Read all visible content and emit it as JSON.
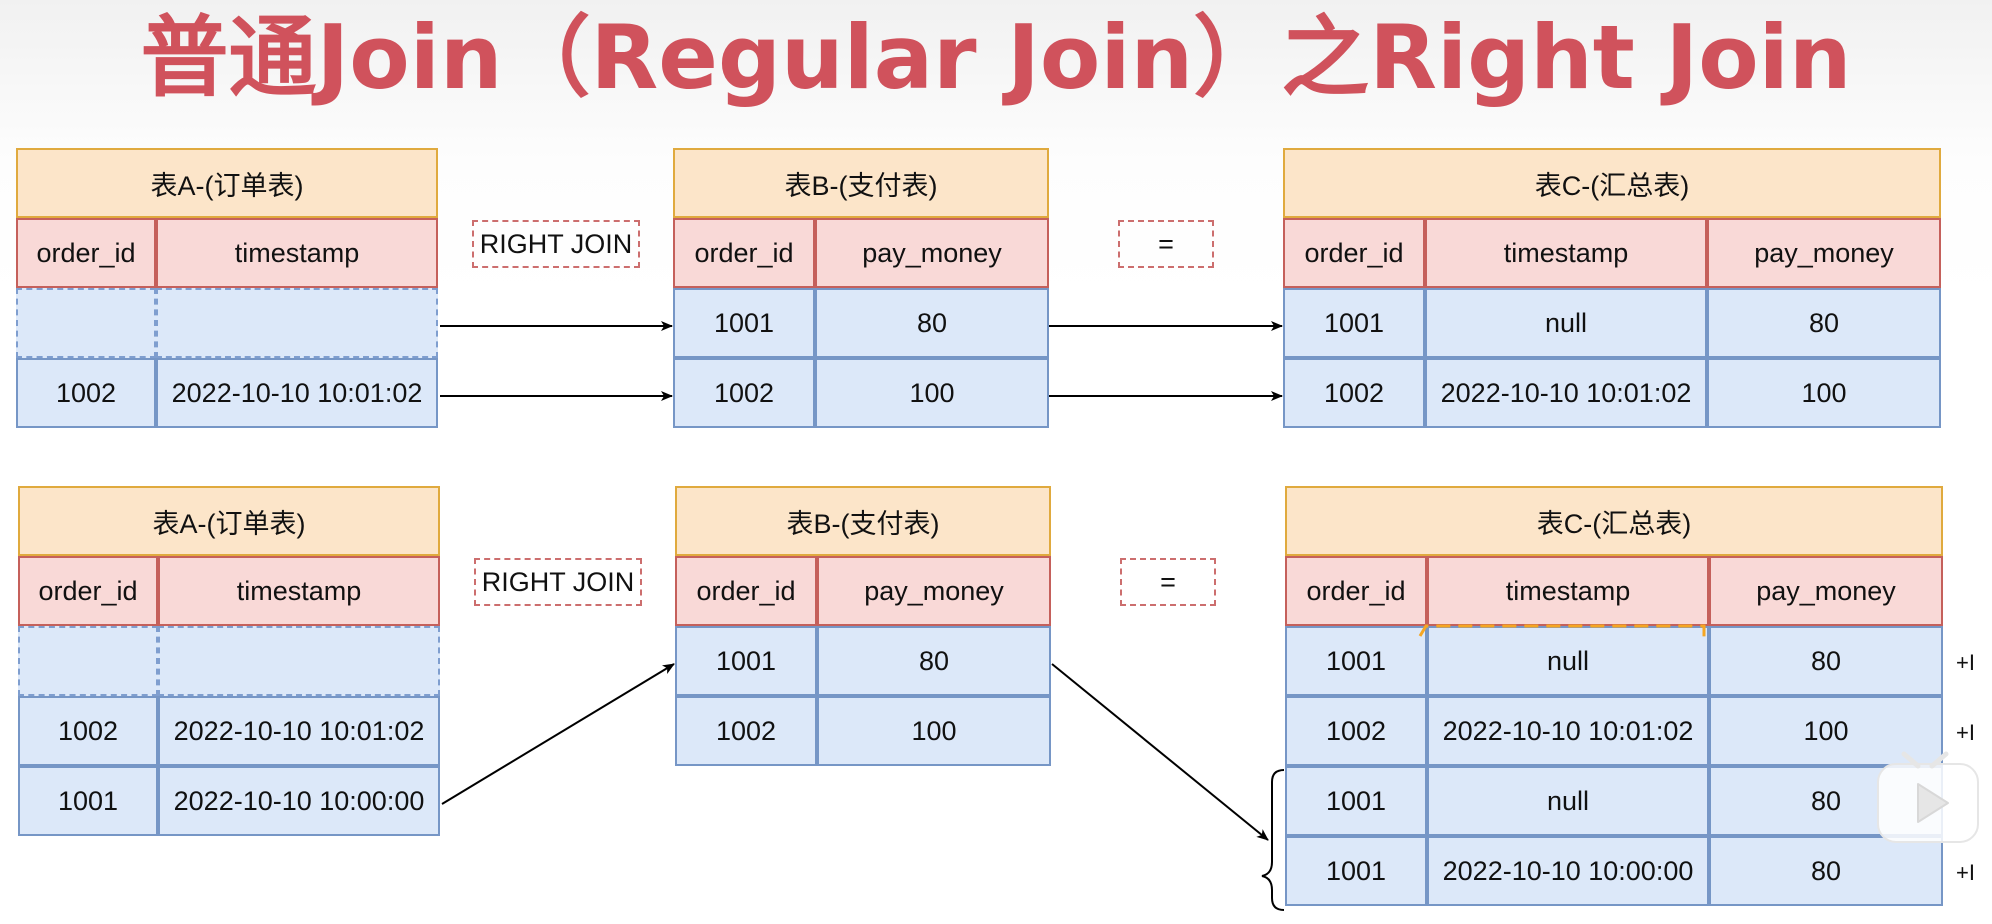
{
  "title": "普通Join（Regular Join）之Right Join",
  "operators": {
    "join": "RIGHT JOIN",
    "equals": "="
  },
  "scenario_top": {
    "table_a": {
      "title": "表A-(订单表)",
      "columns": [
        "order_id",
        "timestamp"
      ],
      "rows": [
        [
          "",
          ""
        ],
        [
          "1002",
          "2022-10-10 10:01:02"
        ]
      ]
    },
    "table_b": {
      "title": "表B-(支付表)",
      "columns": [
        "order_id",
        "pay_money"
      ],
      "rows": [
        [
          "1001",
          "80"
        ],
        [
          "1002",
          "100"
        ]
      ]
    },
    "table_c": {
      "title": "表C-(汇总表)",
      "columns": [
        "order_id",
        "timestamp",
        "pay_money"
      ],
      "rows": [
        [
          "1001",
          "null",
          "80"
        ],
        [
          "1002",
          "2022-10-10 10:01:02",
          "100"
        ]
      ]
    }
  },
  "scenario_bottom": {
    "table_a": {
      "title": "表A-(订单表)",
      "columns": [
        "order_id",
        "timestamp"
      ],
      "rows": [
        [
          "",
          ""
        ],
        [
          "1002",
          "2022-10-10 10:01:02"
        ],
        [
          "1001",
          "2022-10-10 10:00:00"
        ]
      ]
    },
    "table_b": {
      "title": "表B-(支付表)",
      "columns": [
        "order_id",
        "pay_money"
      ],
      "rows": [
        [
          "1001",
          "80"
        ],
        [
          "1002",
          "100"
        ]
      ]
    },
    "table_c": {
      "title": "表C-(汇总表)",
      "columns": [
        "order_id",
        "timestamp",
        "pay_money"
      ],
      "rows": [
        [
          "1001",
          "null",
          "80"
        ],
        [
          "1002",
          "2022-10-10 10:01:02",
          "100"
        ],
        [
          "1001",
          "null",
          "80"
        ],
        [
          "1001",
          "2022-10-10 10:00:00",
          "80"
        ]
      ],
      "row_markers": [
        "+I",
        "+I",
        "",
        "+I"
      ]
    }
  },
  "colors": {
    "title": "#d0525c",
    "table_header_bg": "#fce5c9",
    "column_header_bg": "#f9d9d7",
    "data_bg": "#dce8f9",
    "retraction_highlight": "#f5a623"
  }
}
